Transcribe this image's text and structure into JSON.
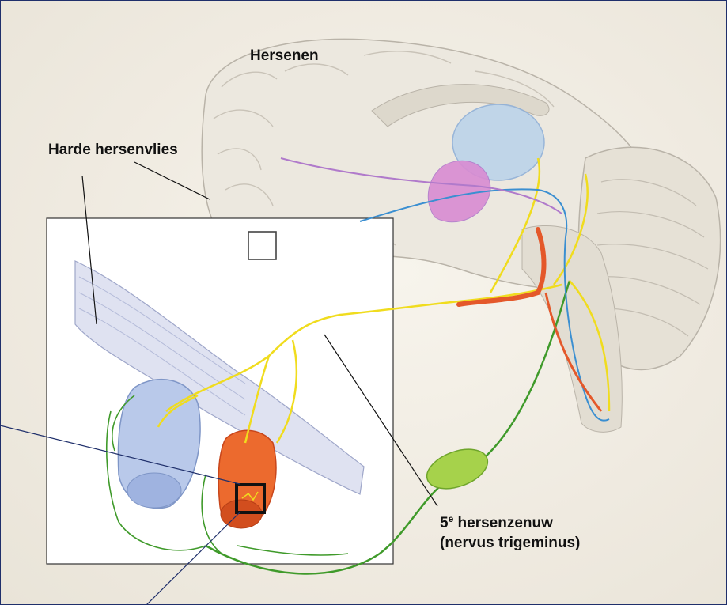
{
  "labels": {
    "brain": "Hersenen",
    "dura": "Harde hersenvlies",
    "nerve_number": "5",
    "nerve_suffix": "e",
    "nerve_name": " hersenzenuw",
    "nerve_latin": "(nervus trigeminus)"
  },
  "colors": {
    "frame_border": "#1f2f6b",
    "nerve_yellow": "#f0dc1e",
    "nerve_green": "#3f9a2a",
    "vessel_blue": "#8fb0d8",
    "artery_red": "#e4582a",
    "pathway_purple": "#b07acb",
    "ganglion_green": "#9ccf3a"
  }
}
